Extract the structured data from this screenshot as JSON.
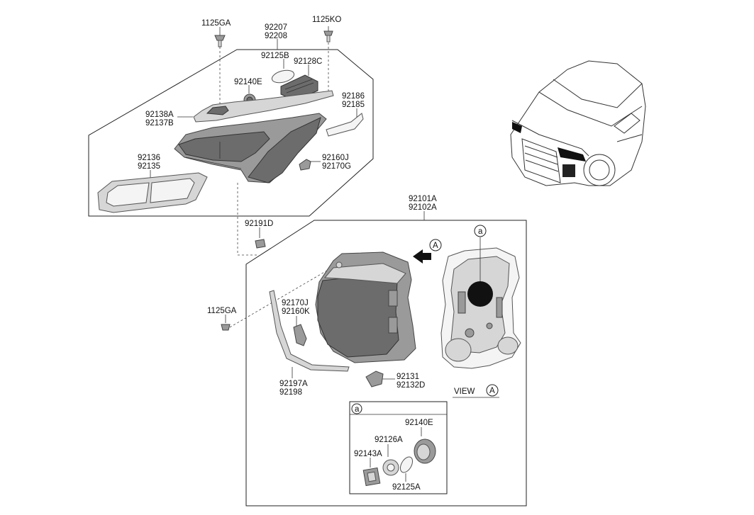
{
  "labels": {
    "screw_top_left": "1125GA",
    "screw_top_right": "1125KO",
    "part_92207": "92207",
    "part_92208": "92208",
    "part_92125B": "92125B",
    "part_92128C": "92128C",
    "part_92140E_top": "92140E",
    "part_92186": "92186",
    "part_92185": "92185",
    "part_92138A": "92138A",
    "part_92137B": "92137B",
    "part_92136": "92136",
    "part_92135": "92135",
    "part_92160J": "92160J",
    "part_92170G": "92170G",
    "part_92191D": "92191D",
    "part_92101A": "92101A",
    "part_92102A": "92102A",
    "part_92170J": "92170J",
    "part_92160K": "92160K",
    "screw_mid_left": "1125GA",
    "part_92197A": "92197A",
    "part_92198": "92198",
    "part_92131": "92131",
    "part_92132D": "92132D",
    "view_label": "VIEW",
    "marker_A_arrow": "A",
    "marker_A_view": "A",
    "marker_a_top": "a",
    "marker_a_inset": "a",
    "part_92140E_inset": "92140E",
    "part_92126A": "92126A",
    "part_92143A": "92143A",
    "part_92125A": "92125A"
  }
}
